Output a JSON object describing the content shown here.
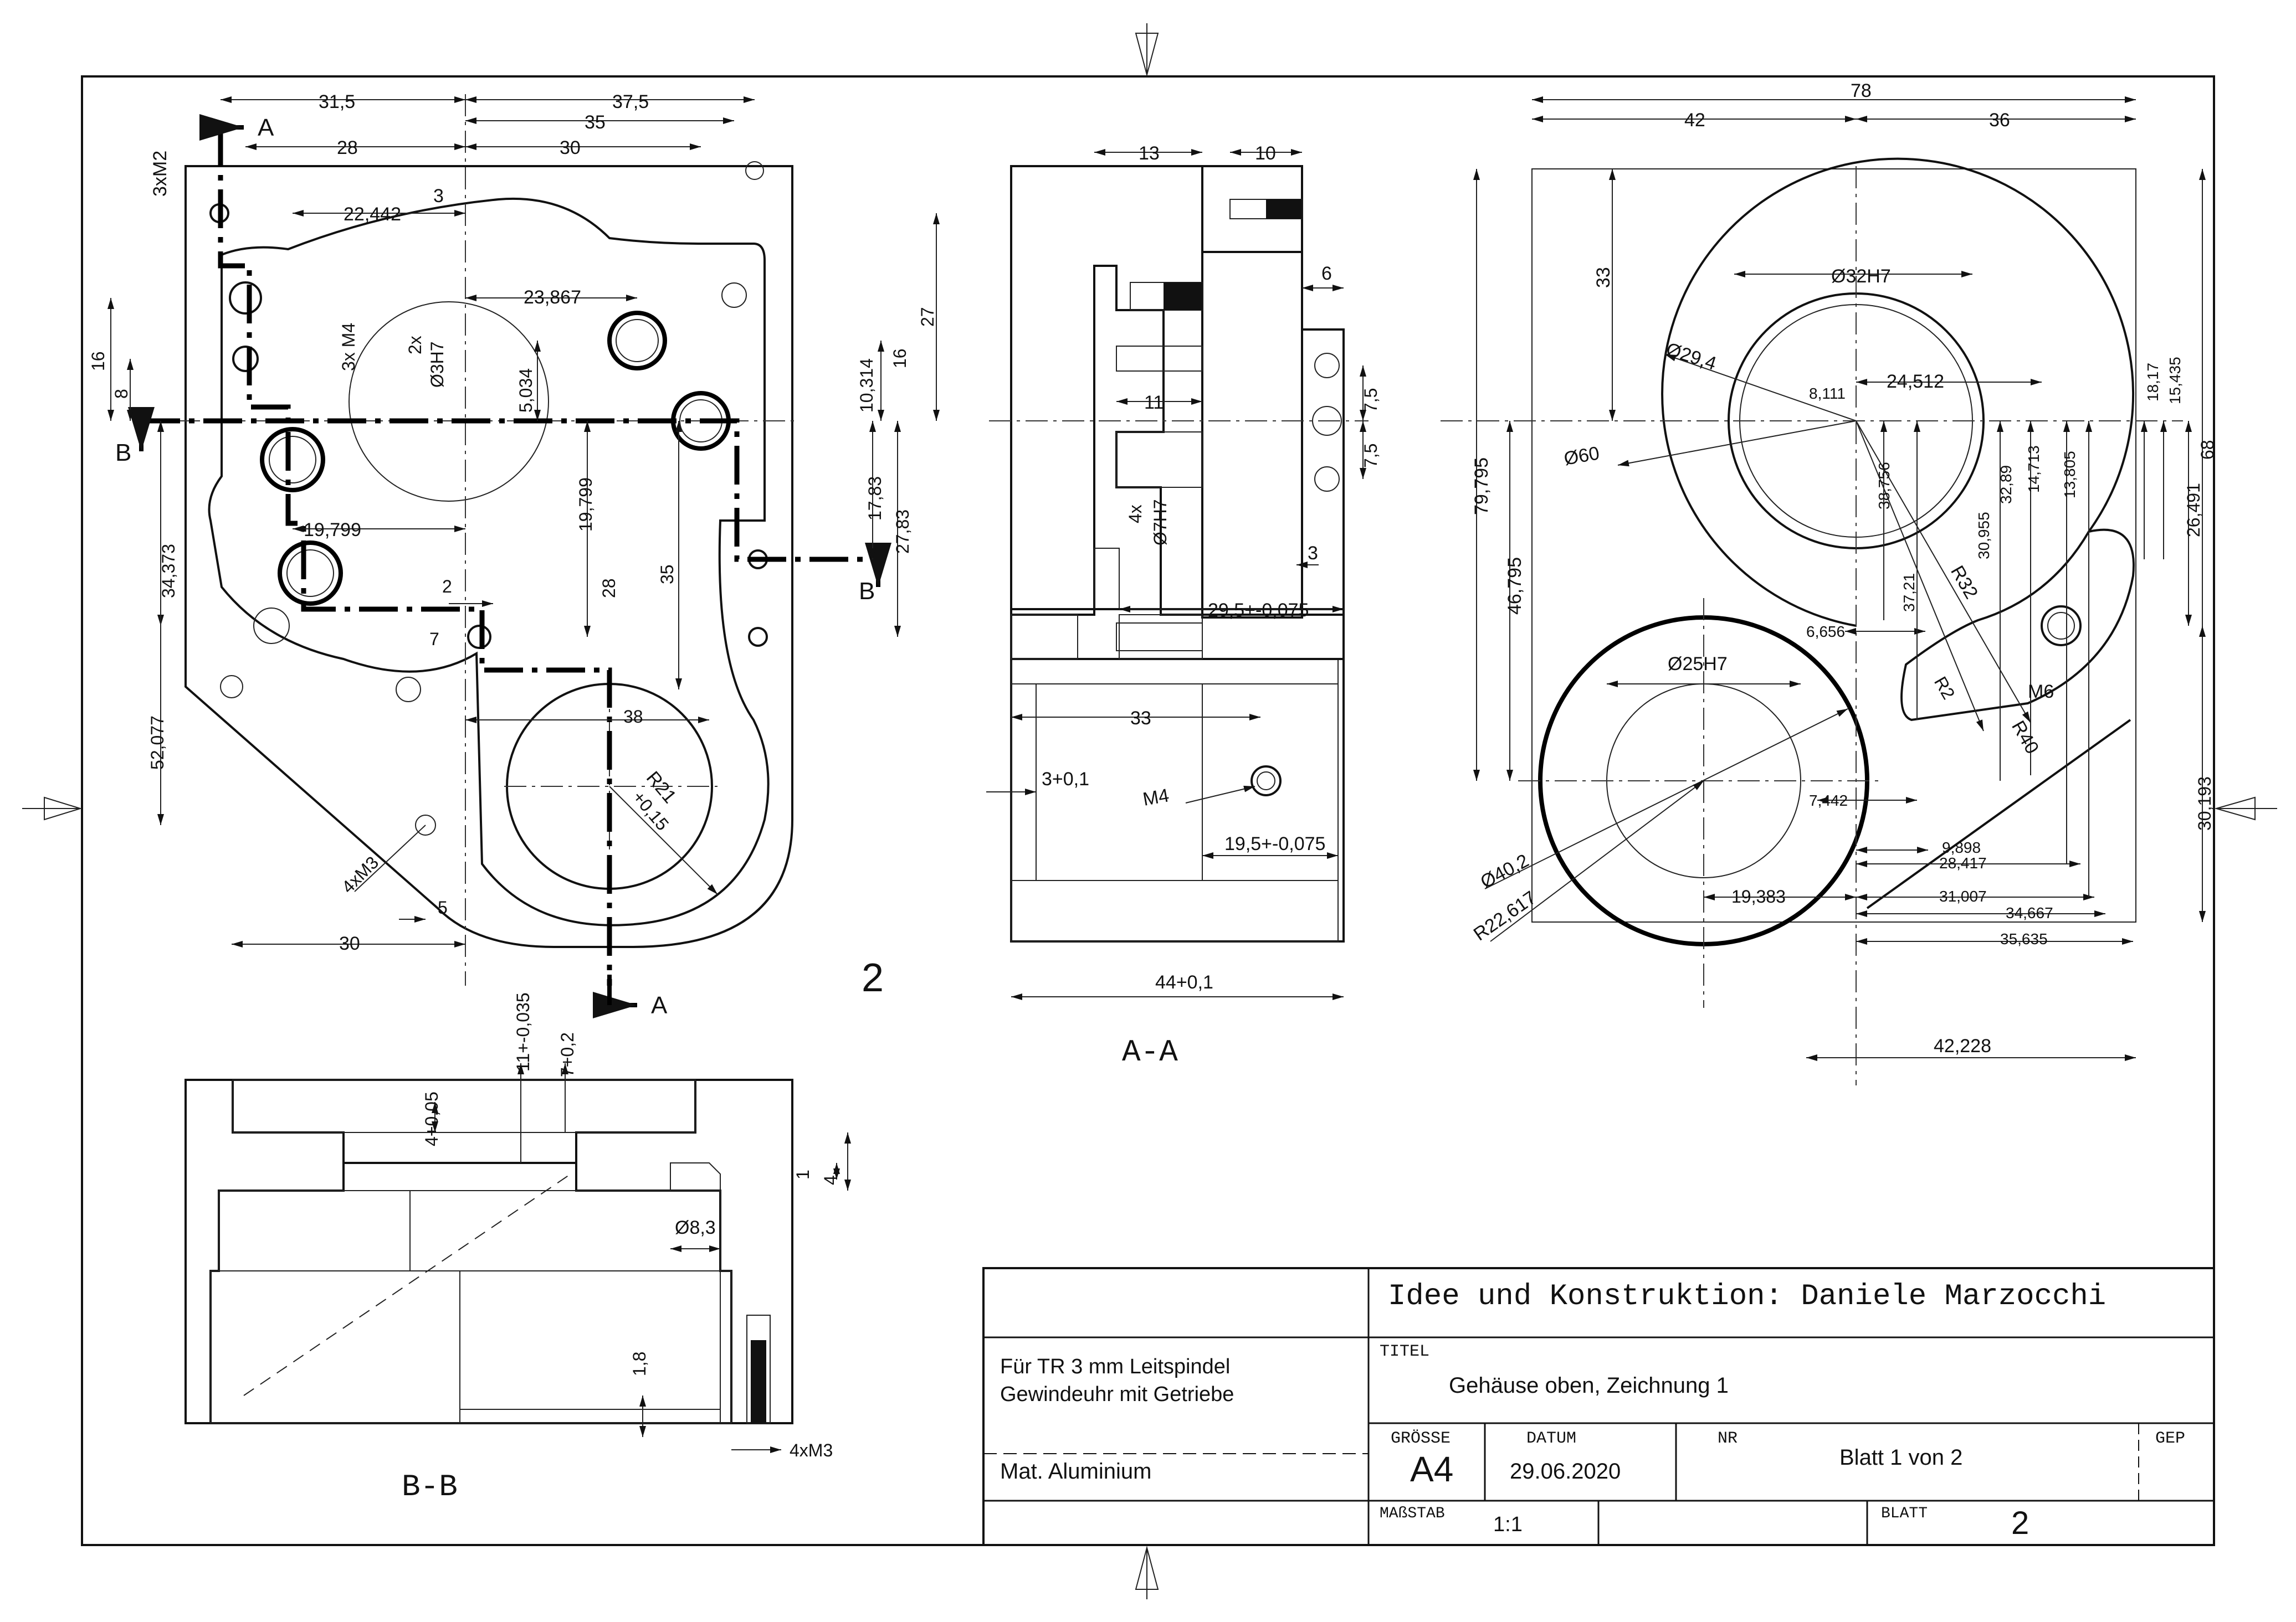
{
  "drawing": {
    "view_label": "2",
    "section_aa_label": "A-A",
    "section_bb_label": "B-B",
    "cut_marks": {
      "a": "A",
      "b": "B"
    }
  },
  "front_view": {
    "dims": {
      "d31_5": "31,5",
      "d37_5": "37,5",
      "d28": "28",
      "d35": "35",
      "d30": "30",
      "m2": "3xM2",
      "d22_442": "22,442",
      "d3": "3",
      "d23_867": "23,867",
      "m4": "3x M4",
      "h3": "2x",
      "h3b": "Ø3H7",
      "d5_034": "5,034",
      "d16a": "16",
      "d8": "8",
      "d27": "27",
      "d16b": "16",
      "d10_314": "10,314",
      "d19_799a": "19,799",
      "d19_799b": "19,799",
      "d17_83": "17,83",
      "d27_83": "27,83",
      "d34_373": "34,373",
      "d2": "2",
      "d28b": "28",
      "d35b": "35",
      "d7": "7",
      "d38": "38",
      "r21": "R21",
      "r21t": "+0,15",
      "d52_077": "52,077",
      "m3": "4xM3",
      "d5": "5",
      "d30b": "30"
    }
  },
  "section_aa": {
    "dims": {
      "d13": "13",
      "d10": "10",
      "d6": "6",
      "d11": "11",
      "d7_5a": "7,5",
      "d7_5b": "7,5",
      "h4x": "4x",
      "h7": "Ø7H7",
      "d3": "3",
      "d29_5": "29,5+-0,075",
      "d33": "33",
      "d3_01": "3+0,1",
      "m4": "M4",
      "d19_5": "19,5+-0,075",
      "d44": "44+0,1"
    }
  },
  "right_view": {
    "dims": {
      "d78": "78",
      "d42": "42",
      "d36": "36",
      "d33": "33",
      "d32h7": "Ø32H7",
      "d29_4": "Ø29,4",
      "d24_512": "24,512",
      "d8_111": "8,111",
      "d60": "Ø60",
      "d18_17": "18,17",
      "d15_435": "15,435",
      "d68": "68",
      "d79_795": "79,795",
      "d38_756": "38,756",
      "d32_89": "32,89",
      "d30_955": "30,955",
      "d14_713": "14,713",
      "d13_805": "13,805",
      "d26_491": "26,491",
      "d46_795": "46,795",
      "d37_21": "37,21",
      "r32": "R32",
      "d6_656": "6,656",
      "d25h7": "Ø25H7",
      "r2": "R2",
      "m6": "M6",
      "r40": "R40",
      "d7_442": "7,442",
      "d30_193": "30,193",
      "d9_898": "9,898",
      "d28_417": "28,417",
      "d40_2": "Ø40,2",
      "d19_383": "19,383",
      "d31_007": "31,007",
      "r22_617": "R22,617",
      "d34_667": "34,667",
      "d35_635": "35,635",
      "d42_228": "42,228"
    }
  },
  "section_bb": {
    "dims": {
      "d11": "11+-0,035",
      "d7": "7+0,2",
      "d4_05": "4+0,05",
      "d1": "1",
      "d4": "4",
      "d8_3": "Ø8,3",
      "d1_8": "1,8",
      "m3": "4xM3"
    }
  },
  "title_block": {
    "designer": "Idee und Konstruktion: Daniele Marzocchi",
    "note_line1": "Für TR 3 mm Leitspindel",
    "note_line2": "Gewindeuhr mit Getriebe",
    "material": "Mat. Aluminium",
    "titel_label": "TITEL",
    "titel_value": "Gehäuse oben, Zeichnung 1",
    "groesse_label": "GRÖSSE",
    "groesse_value": "A4",
    "datum_label": "DATUM",
    "datum_value": "29.06.2020",
    "nr_label": "NR",
    "nr_value": "Blatt 1 von 2",
    "gep_label": "GEP",
    "massstab_label": "MAßSTAB",
    "massstab_value": "1:1",
    "blatt_label": "BLATT",
    "blatt_value": "2"
  }
}
